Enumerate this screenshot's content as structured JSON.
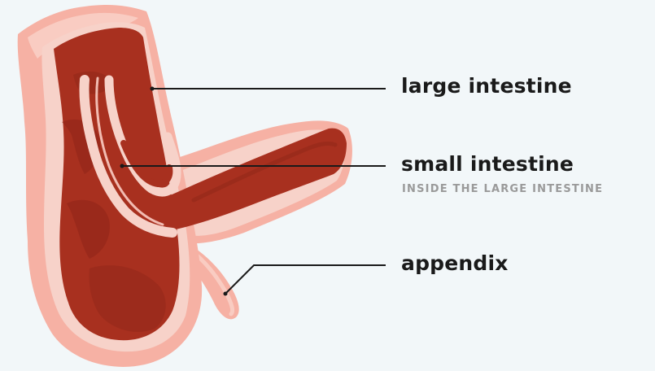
{
  "labels": {
    "large_intestine": "large intestine",
    "small_intestine": "small intestine",
    "small_intestine_note": "INSIDE THE LARGE INTESTINE",
    "appendix": "appendix"
  },
  "colors": {
    "background": "#f2f7f9",
    "outer_wall": "#f6b1a4",
    "wall_highlight": "#f9ccc2",
    "inner_lining": "#f7d2c9",
    "lumen": "#a8301f",
    "lumen_dark": "#8e2518",
    "leader_line": "#1a1a1a"
  }
}
